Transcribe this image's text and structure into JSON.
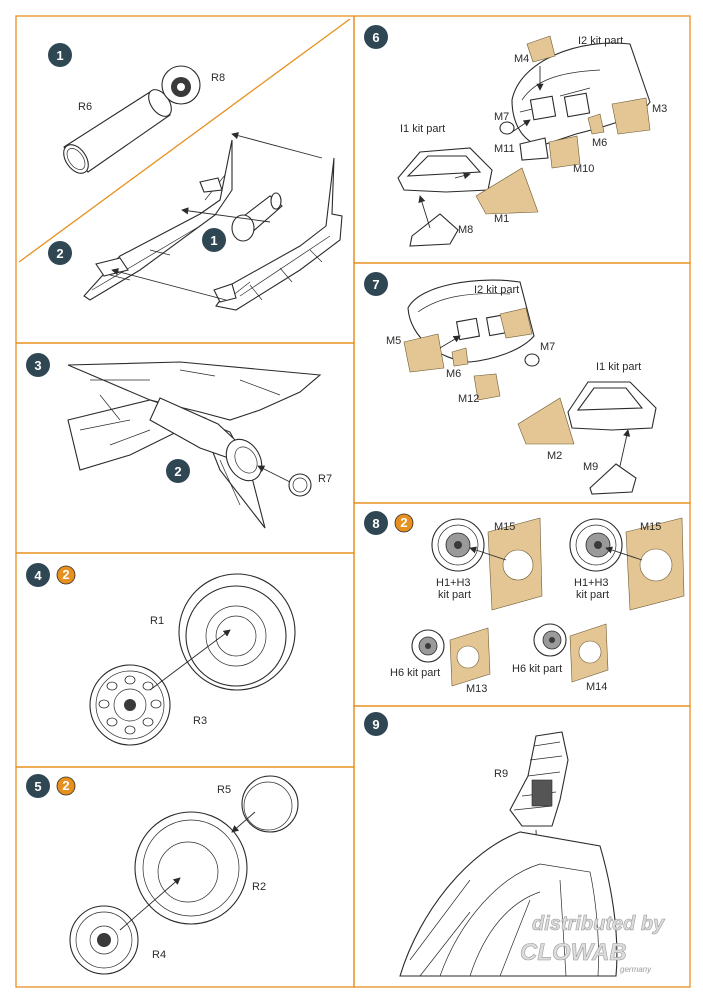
{
  "steps": [
    {
      "number": "1",
      "labels": [
        "R6",
        "R8"
      ]
    },
    {
      "number": "2",
      "labels": [],
      "sub_ref": "1"
    },
    {
      "number": "3",
      "labels": [
        "R7"
      ],
      "sub_ref": "2"
    },
    {
      "number": "4",
      "ref": "2",
      "labels": [
        "R1",
        "R3"
      ]
    },
    {
      "number": "5",
      "ref": "2",
      "labels": [
        "R5",
        "R2",
        "R4"
      ]
    },
    {
      "number": "6",
      "labels": [
        "I2 kit part",
        "M4",
        "M3",
        "M7",
        "M11",
        "M6",
        "M10",
        "I1 kit part",
        "M1",
        "M8"
      ]
    },
    {
      "number": "7",
      "labels": [
        "I2 kit part",
        "M5",
        "M7",
        "M6",
        "M12",
        "I1 kit part",
        "M2",
        "M9"
      ]
    },
    {
      "number": "8",
      "ref": "2",
      "labels": [
        "M15",
        "H1+H3",
        "kit part",
        "M15",
        "H1+H3",
        "kit part",
        "H6 kit part",
        "M13",
        "H6 kit part",
        "M14"
      ]
    },
    {
      "number": "9",
      "labels": [
        "R9"
      ]
    }
  ],
  "tire_text": "",
  "watermark": {
    "line1": "distributed by",
    "line2": "CLOWAB",
    "line3": "germany"
  },
  "colors": {
    "frame": "#e8901e",
    "badge": "#2f4653",
    "ref_badge": "#e8901e",
    "mask": "#e3c693"
  }
}
